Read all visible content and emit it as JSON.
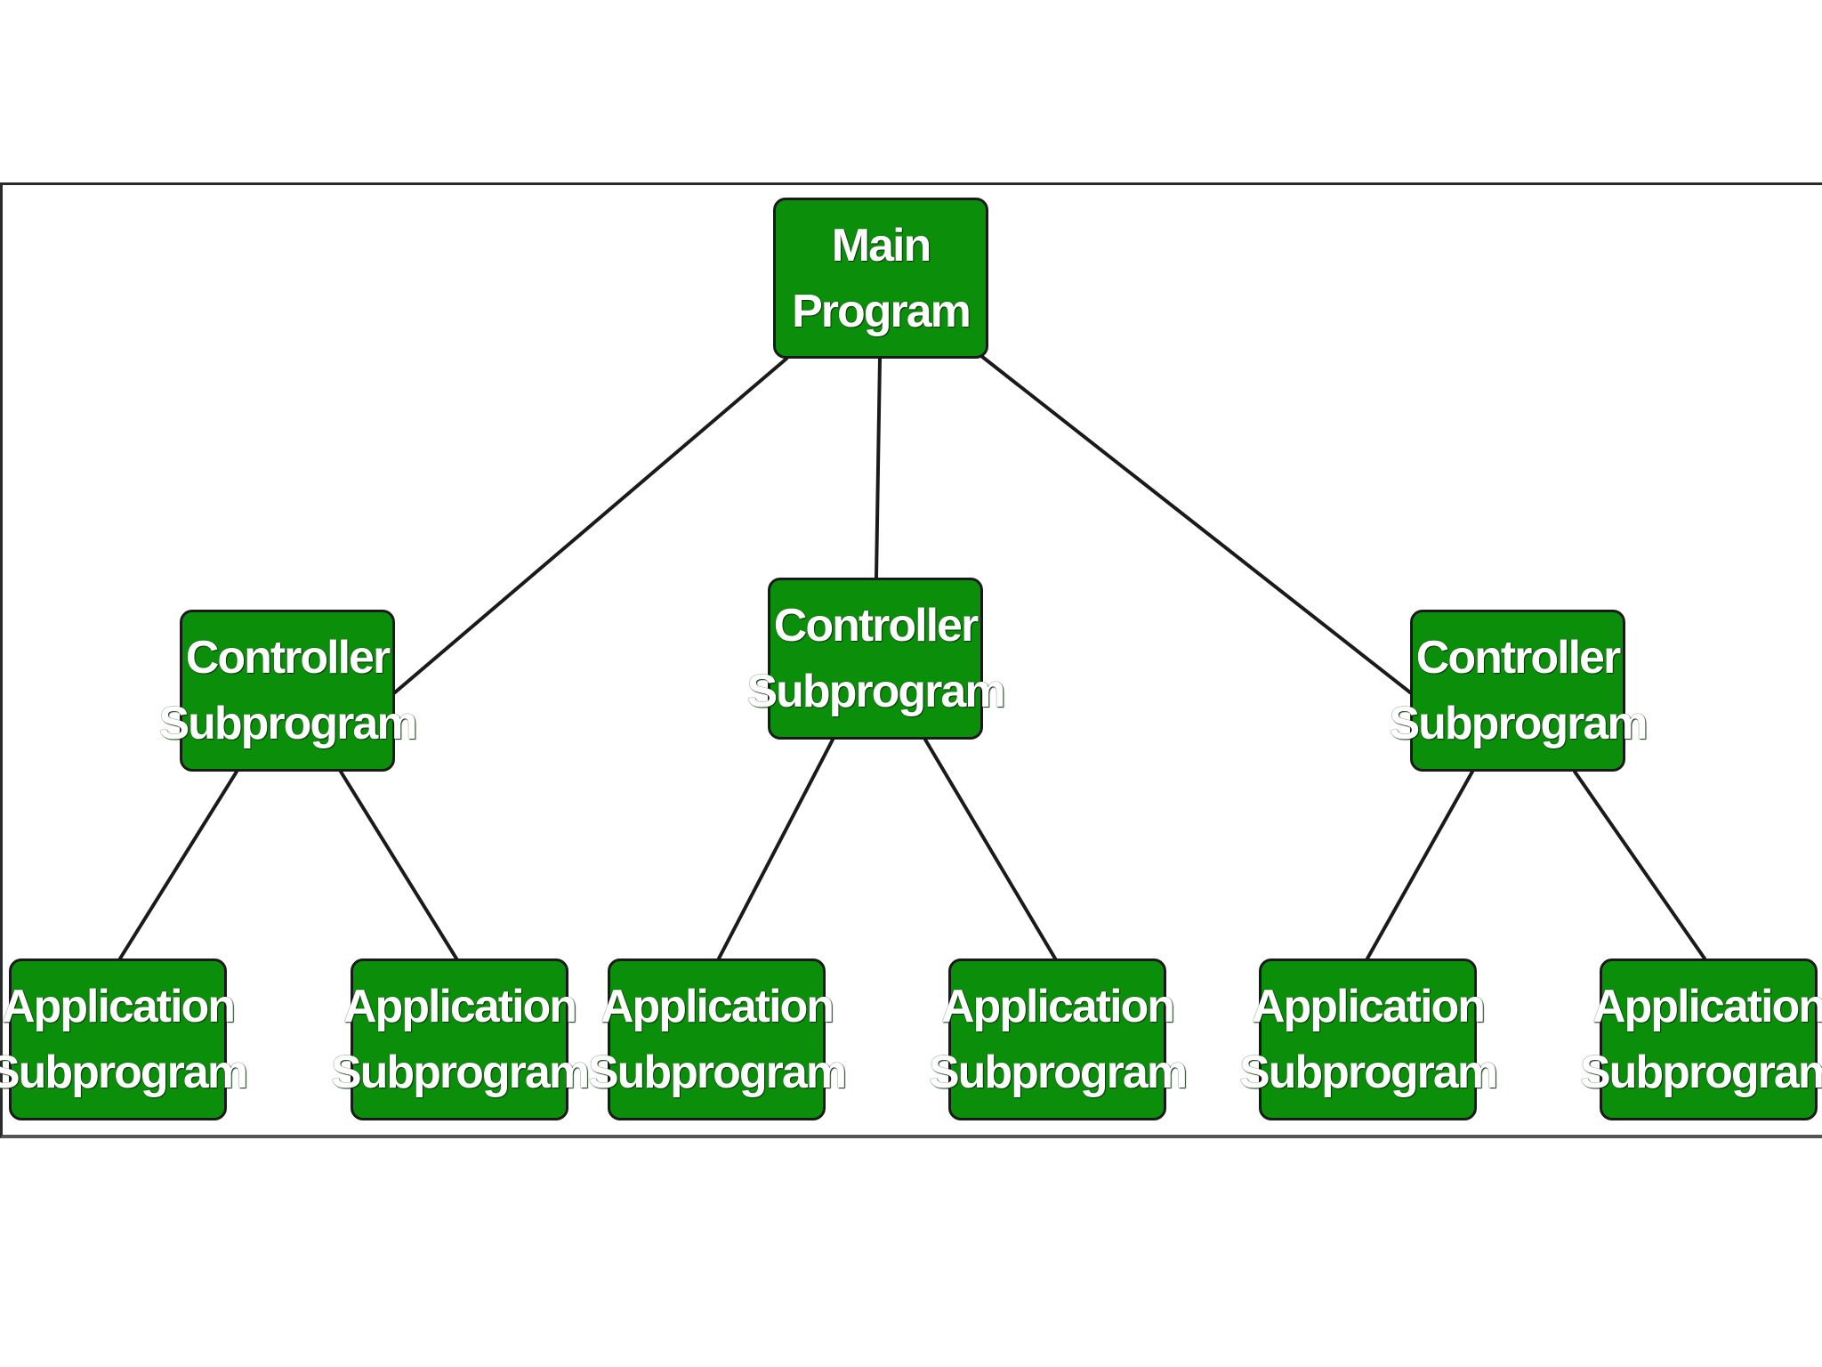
{
  "diagram": {
    "root": {
      "line1": "Main",
      "line2": "Program"
    },
    "controllers": [
      {
        "line1": "Controller",
        "line2": "Subprogram"
      },
      {
        "line1": "Controller",
        "line2": "Subprogram"
      },
      {
        "line1": "Controller",
        "line2": "Subprogram"
      }
    ],
    "applications": [
      {
        "line1": "Application",
        "line2": "Subprogram"
      },
      {
        "line1": "Application",
        "line2": "Subprogram"
      },
      {
        "line1": "Application",
        "line2": "Subprogram"
      },
      {
        "line1": "Application",
        "line2": "Subprogram"
      },
      {
        "line1": "Application",
        "line2": "Subprogram"
      },
      {
        "line1": "Application",
        "line2": "Subprogram"
      }
    ],
    "edges": [
      [
        "root",
        "controllers.0"
      ],
      [
        "root",
        "controllers.1"
      ],
      [
        "root",
        "controllers.2"
      ],
      [
        "controllers.0",
        "applications.0"
      ],
      [
        "controllers.0",
        "applications.1"
      ],
      [
        "controllers.1",
        "applications.2"
      ],
      [
        "controllers.1",
        "applications.3"
      ],
      [
        "controllers.2",
        "applications.4"
      ],
      [
        "controllers.2",
        "applications.5"
      ]
    ]
  },
  "colors": {
    "node_fill": "#0b8f0b",
    "node_border": "#1a1a1a",
    "node_text": "#ffffff",
    "connector": "#1a1a1a"
  }
}
